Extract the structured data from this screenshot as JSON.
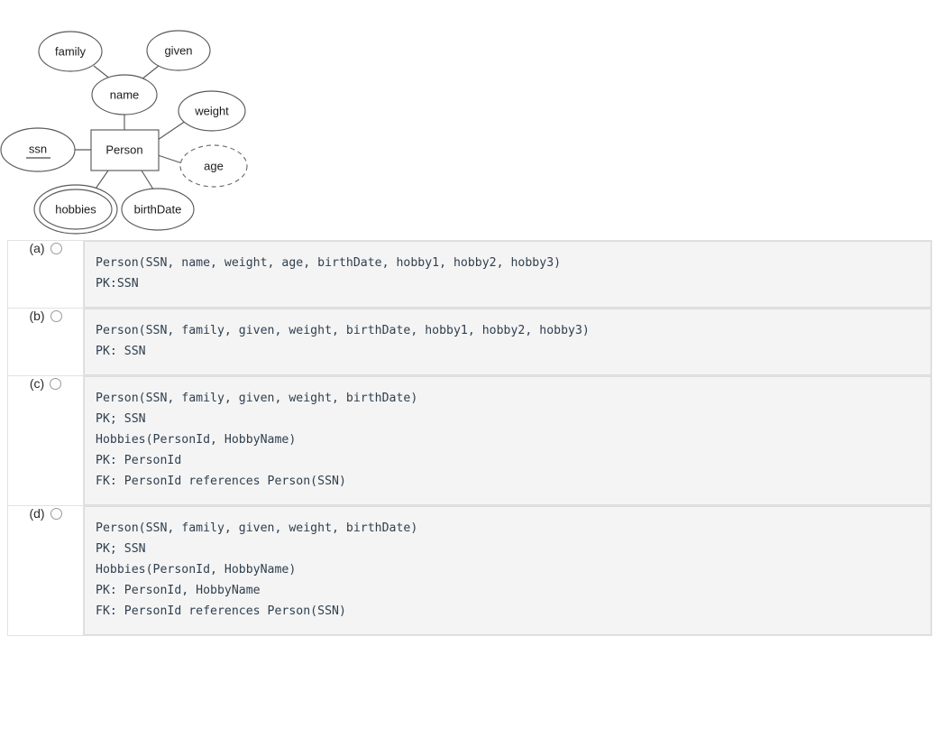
{
  "diagram": {
    "name": "er-diagram-person",
    "entity": {
      "label": "Person",
      "type": "entity-rectangle"
    },
    "attributes": [
      {
        "label": "family",
        "type": "attribute-ellipse",
        "key": false,
        "multivalued": false,
        "derived": false
      },
      {
        "label": "given",
        "type": "attribute-ellipse",
        "key": false,
        "multivalued": false,
        "derived": false
      },
      {
        "label": "name",
        "type": "composite-attribute-ellipse",
        "key": false,
        "multivalued": false,
        "derived": false
      },
      {
        "label": "weight",
        "type": "attribute-ellipse",
        "key": false,
        "multivalued": false,
        "derived": false
      },
      {
        "label": "age",
        "type": "derived-attribute-ellipse",
        "key": false,
        "multivalued": false,
        "derived": true
      },
      {
        "label": "ssn",
        "type": "key-attribute-ellipse",
        "key": true,
        "multivalued": false,
        "derived": false
      },
      {
        "label": "hobbies",
        "type": "multivalued-attribute-ellipse",
        "key": false,
        "multivalued": true,
        "derived": false
      },
      {
        "label": "birthDate",
        "type": "attribute-ellipse",
        "key": false,
        "multivalued": false,
        "derived": false
      }
    ]
  },
  "options": [
    {
      "letter": "(a)",
      "selected": false,
      "code": "Person(SSN, name, weight, age, birthDate, hobby1, hobby2, hobby3)\nPK:SSN"
    },
    {
      "letter": "(b)",
      "selected": false,
      "code": "Person(SSN, family, given, weight, birthDate, hobby1, hobby2, hobby3)\nPK: SSN"
    },
    {
      "letter": "(c)",
      "selected": false,
      "code": "Person(SSN, family, given, weight, birthDate)\nPK; SSN\nHobbies(PersonId, HobbyName)\nPK: PersonId\nFK: PersonId references Person(SSN)"
    },
    {
      "letter": "(d)",
      "selected": false,
      "code": "Person(SSN, family, given, weight, birthDate)\nPK; SSN\nHobbies(PersonId, HobbyName)\nPK: PersonId, HobbyName\nFK: PersonId references Person(SSN)"
    }
  ],
  "colors": {
    "code_text": "#2f3f4f",
    "code_background": "#f4f4f4",
    "code_border": "#dcdcdc",
    "table_border": "#e2e2e2",
    "diagram_stroke": "#5a5a5a",
    "page_background": "#ffffff"
  }
}
